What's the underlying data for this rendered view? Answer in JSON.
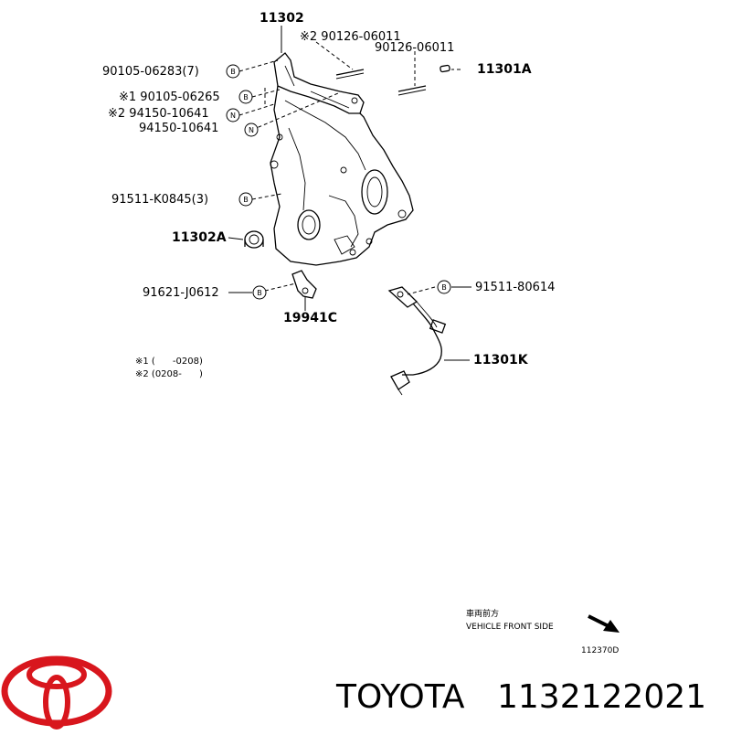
{
  "labels": {
    "l_11302": "11302",
    "l_90126_a": "※2 90126-06011",
    "l_90126_b": "90126-06011",
    "l_90105_06283": "90105-06283(7)",
    "l_11301A": "11301A",
    "l_90105_06265": "※1 90105-06265",
    "l_94150_a": "※2 94150-10641",
    "l_94150_b": "94150-10641",
    "l_91511_K0845": "91511-K0845(3)",
    "l_11302A": "11302A",
    "l_91621": "91621-J0612",
    "l_91511_80614": "91511-80614",
    "l_19941C": "19941C",
    "l_11301K": "11301K"
  },
  "callouts": {
    "b": "B",
    "n": "N"
  },
  "notes": {
    "note1": "※1 (      -0208)",
    "note2": "※2 (0208-      )"
  },
  "direction": {
    "jp": "車両前方",
    "en": "VEHICLE FRONT SIDE"
  },
  "diagram_id": "112370D",
  "brand": {
    "name": "TOYOTA",
    "part_number": "1132122021",
    "logo_color": "#d8161d"
  },
  "icons": {
    "logo": "toyota-logo-icon",
    "arrow": "direction-arrow-icon"
  }
}
